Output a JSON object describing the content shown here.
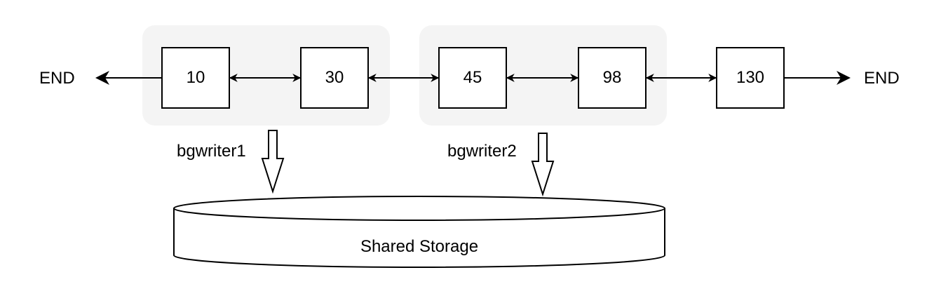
{
  "nodes": [
    "10",
    "30",
    "45",
    "98",
    "130"
  ],
  "end_labels": {
    "left": "END",
    "right": "END"
  },
  "writers": [
    "bgwriter1",
    "bgwriter2"
  ],
  "storage_label": "Shared Storage",
  "colors": {
    "group_fill": "#f4f4f4",
    "stroke": "#000000"
  }
}
